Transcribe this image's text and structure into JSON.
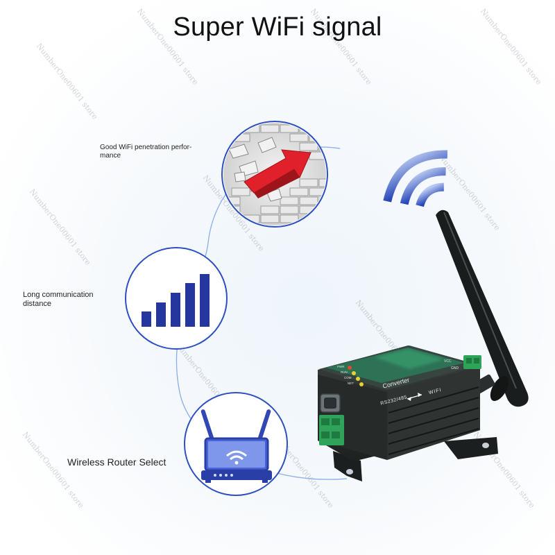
{
  "title": "Super WiFi signal",
  "features": [
    {
      "label": "Good WiFi penetration perfor-\nmance",
      "icon": "brick-wall-icon"
    },
    {
      "label": "Long communication\ndistance",
      "icon": "signal-bars-icon"
    },
    {
      "label": "Wireless Router Select",
      "icon": "router-icon"
    }
  ],
  "device": {
    "model_label": "Converter",
    "port_label": "RS232/485",
    "wifi_label": "WIFI",
    "leds": [
      "PWR",
      "RUN",
      "COM",
      "NET"
    ],
    "side_labels": [
      "VCC",
      "GND"
    ]
  },
  "watermark": "NumberOne00601 store",
  "colors": {
    "accent_blue": "#2b3fb0",
    "arrow_red": "#e0202a",
    "device_body": "#2a2f2e",
    "terminal_green": "#2fa35a"
  }
}
